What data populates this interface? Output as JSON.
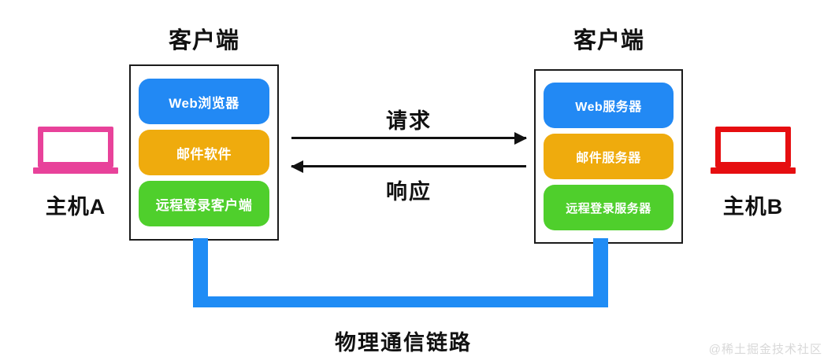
{
  "diagram": {
    "title_left": "客户端",
    "title_right": "客户端",
    "left_host": {
      "apps": [
        {
          "label": "Web浏览器",
          "color": "#2289f4"
        },
        {
          "label": "邮件软件",
          "color": "#efab0d"
        },
        {
          "label": "远程登录客户端",
          "color": "#4fcf2c"
        }
      ]
    },
    "right_host": {
      "apps": [
        {
          "label": "Web服务器",
          "color": "#2289f4"
        },
        {
          "label": "邮件服务器",
          "color": "#efab0d"
        },
        {
          "label": "远程登录服务器",
          "color": "#4fcf2c"
        }
      ]
    },
    "arrows": {
      "request_label": "请求",
      "response_label": "响应",
      "request_direction": "right",
      "response_direction": "left"
    },
    "physical_link": {
      "label": "物理通信链路",
      "color": "#1f8cf5"
    },
    "hosts": [
      {
        "label": "主机A",
        "color": "#e8429a",
        "icon": "laptop-icon"
      },
      {
        "label": "主机B",
        "color": "#e60e10",
        "icon": "laptop-icon"
      }
    ],
    "watermark": "@稀土掘金技术社区"
  }
}
